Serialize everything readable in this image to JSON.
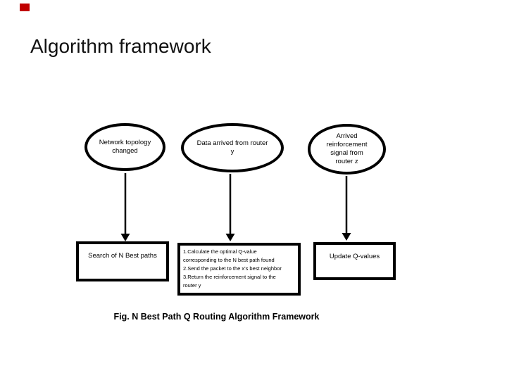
{
  "slide": {
    "title": "Algorithm framework",
    "caption": "Fig. N Best Path Q Routing Algorithm Framework"
  },
  "diagram": {
    "ellipses": [
      {
        "id": "network-topology-changed",
        "label": "Network topology\nchanged"
      },
      {
        "id": "data-arrived-from-router-y",
        "label": "Data arrived from router\ny"
      },
      {
        "id": "arrived-reinforcement-signal",
        "label": "Arrived\nreinforcement\nsignal from\nrouter z"
      }
    ],
    "boxes": [
      {
        "id": "search-n-best-paths",
        "label": "Search of N Best paths"
      },
      {
        "id": "algorithm-steps",
        "label": "1.Calculate the optimal Q-value\ncorresponding to the N best path found\n2.Send the packet to the x's best neighbor\n3.Return the reinforcement signal to the\nrouter y"
      },
      {
        "id": "update-q-values",
        "label": "Update Q-values"
      }
    ],
    "connectors": [
      {
        "from": "network-topology-changed",
        "to": "search-n-best-paths"
      },
      {
        "from": "data-arrived-from-router-y",
        "to": "algorithm-steps"
      },
      {
        "from": "arrived-reinforcement-signal",
        "to": "update-q-values"
      }
    ]
  },
  "colors": {
    "background": "#ffffff",
    "shape_stroke": "#000000",
    "text": "#000000",
    "accent_mark": "#c00000"
  }
}
